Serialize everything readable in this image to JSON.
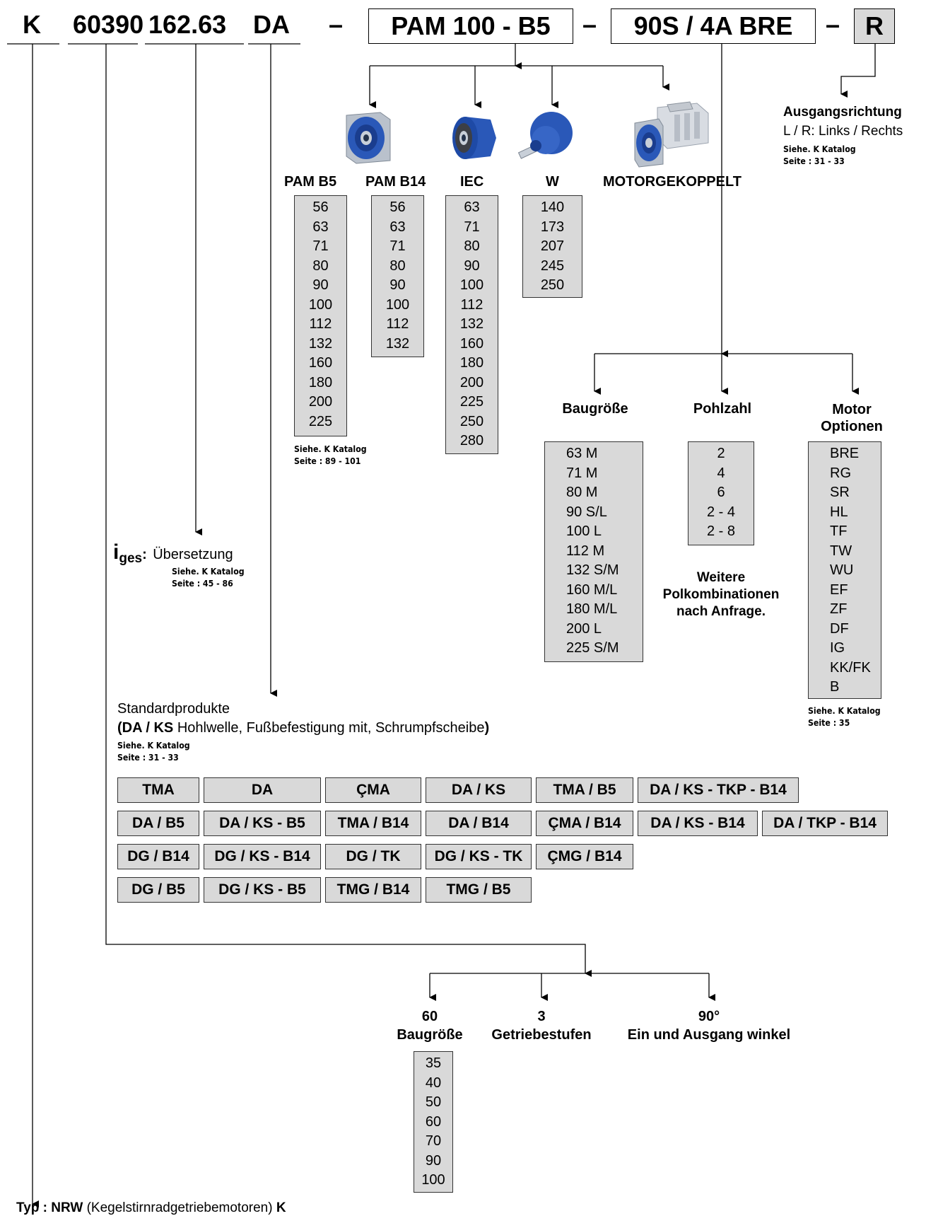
{
  "code": {
    "k": "K",
    "size_code": "60390",
    "ratio": "162.63",
    "mounting": "DA",
    "dash1": "–",
    "adapter": "PAM 100 - B5",
    "dash2": "–",
    "motor": "90S / 4A  BRE",
    "dash3": "–",
    "direction": "R"
  },
  "output_direction": {
    "title": "Ausgangsrichtung",
    "desc": "L / R: Links / Rechts",
    "ref1": "Siehe. K Katalog",
    "ref2": "Seite : 31 - 33"
  },
  "input_types": [
    {
      "label": "PAM B5",
      "icon": "pam-b5-flange-icon"
    },
    {
      "label": "PAM B14",
      "icon": "pam-b14-flange-icon"
    },
    {
      "label": "IEC",
      "icon": "iec-adapter-icon"
    },
    {
      "label": "W",
      "icon": "w-input-shaft-icon"
    },
    {
      "label": "MOTORGEKOPPELT",
      "icon": "coupled-motor-icon"
    }
  ],
  "adapter_lists": {
    "pam_b5": [
      "56",
      "63",
      "71",
      "80",
      "90",
      "100",
      "112",
      "132",
      "160",
      "180",
      "200",
      "225"
    ],
    "pam_b14": [
      "56",
      "63",
      "71",
      "80",
      "90",
      "100",
      "112",
      "132"
    ],
    "iec": [
      "63",
      "71",
      "80",
      "90",
      "100",
      "112",
      "132",
      "160",
      "180",
      "200",
      "225",
      "250",
      "280"
    ],
    "w": [
      "140",
      "173",
      "207",
      "245",
      "250"
    ]
  },
  "adapter_ref": {
    "line1": "Siehe. K Katalog",
    "line2": "Seite : 89 - 101"
  },
  "motor": {
    "baugroesse_label": "Baugröße",
    "pohlzahl_label": "Pohlzahl",
    "optionen_label1": "Motor",
    "optionen_label2": "Optionen",
    "baugroesse": [
      "63 M",
      "71 M",
      "80 M",
      "90 S/L",
      "100 L",
      "112 M",
      "132 S/M",
      "160 M/L",
      "180 M/L",
      "200 L",
      "225 S/M"
    ],
    "pohlzahl": [
      "2",
      "4",
      "6",
      "2 - 4",
      "2 - 8"
    ],
    "optionen": [
      "BRE",
      "RG",
      "SR",
      "HL",
      "TF",
      "TW",
      "WU",
      "EF",
      "ZF",
      "DF",
      "IG",
      "KK/FK",
      "B"
    ],
    "weitere1": "Weitere",
    "weitere2": "Polkombinationen",
    "weitere3": "nach Anfrage.",
    "ref1": "Siehe. K Katalog",
    "ref2": "Seite : 35"
  },
  "ratio_info": {
    "i": "i",
    "sub": "ges",
    "colon": ":",
    "text": "Übersetzung",
    "ref1": "Siehe. K Katalog",
    "ref2": "Seite : 45 - 86"
  },
  "standard": {
    "title": "Standardprodukte",
    "bold_open": "(DA / KS",
    "normal": " Hohlwelle, Fußbefestigung mit, Schrumpfscheibe",
    "bold_close": ")",
    "ref1": "Siehe. K Katalog",
    "ref2": "Seite : 31 - 33",
    "rows": [
      [
        "TMA",
        "DA",
        "ÇMA",
        "DA / KS",
        "TMA / B5",
        "DA / KS - TKP - B14"
      ],
      [
        "DA / B5",
        "DA / KS - B5",
        "TMA / B14",
        "DA / B14",
        "ÇMA / B14",
        "DA / KS - B14",
        "DA / TKP - B14"
      ],
      [
        "DG / B14",
        "DG / KS - B14",
        "DG / TK",
        "DG / KS - TK",
        "ÇMG / B14"
      ],
      [
        "DG / B5",
        "DG / KS - B5",
        "TMG / B14",
        "TMG / B5"
      ]
    ]
  },
  "gear": {
    "size_value": "60",
    "size_label": "Baugröße",
    "stages_value": "3",
    "stages_label": "Getriebestufen",
    "angle_value": "90°",
    "angle_label": "Ein und Ausgang winkel",
    "sizes": [
      "35",
      "40",
      "50",
      "60",
      "70",
      "90",
      "100"
    ]
  },
  "typ": {
    "label": "Typ : ",
    "name": "NRW",
    "desc": " (Kegelstirnradgetriebemotoren) ",
    "code": "K"
  },
  "colors": {
    "box_fill": "#d9d9d9",
    "gear_blue": "#2a58b8",
    "line": "#000000"
  }
}
